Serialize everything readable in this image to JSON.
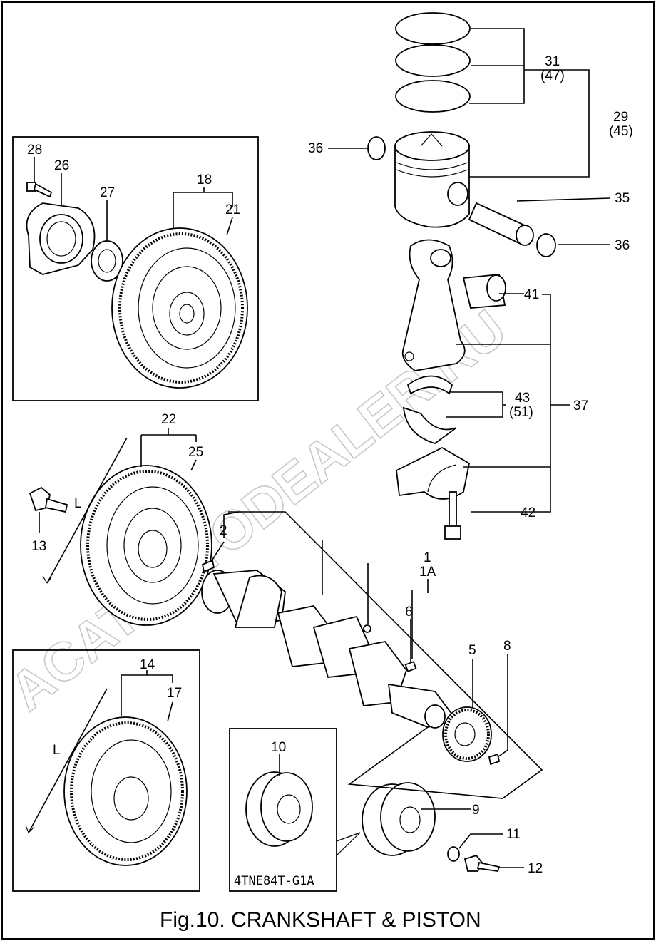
{
  "figure": {
    "caption": "Fig.10.  CRANKSHAFT & PISTON",
    "watermark": "ACATAUTODEALER.RU",
    "variant_box_label": "4TNE84T-G1A"
  },
  "callouts": {
    "c1": "1",
    "c1a": "1A",
    "c2": "2",
    "c5": "5",
    "c6": "6",
    "c8": "8",
    "c9": "9",
    "c10": "10",
    "c11": "11",
    "c12": "12",
    "c13": "13",
    "c14": "14",
    "c17": "17",
    "c18": "18",
    "c21": "21",
    "c22": "22",
    "c25": "25",
    "c26": "26",
    "c27": "27",
    "c28": "28",
    "c29": "29",
    "c29b": "(45)",
    "c31": "31",
    "c31b": "(47)",
    "c35": "35",
    "c36a": "36",
    "c36b": "36",
    "c37": "37",
    "c41": "41",
    "c42": "42",
    "c43": "43",
    "c43b": "(51)",
    "dimL1": "L",
    "dimL2": "L"
  }
}
